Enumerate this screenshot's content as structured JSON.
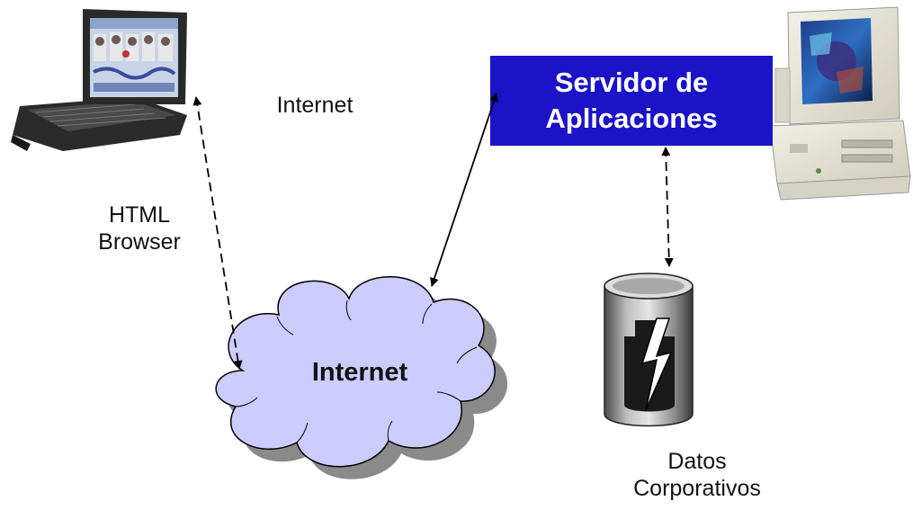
{
  "colors": {
    "server_box": "#1a13c8",
    "cloud_fill": "#ccccff",
    "cloud_shadow": "#8a8a8a",
    "line": "#000000"
  },
  "labels": {
    "internet_top": "Internet",
    "html_browser": [
      "HTML",
      "Browser"
    ],
    "server": [
      "Servidor de",
      "Aplicaciones"
    ],
    "cloud": "Internet",
    "datos": [
      "Datos",
      "Corporativos"
    ]
  },
  "icons": {
    "laptop": "laptop-icon",
    "desktop": "desktop-computer-icon",
    "database": "database-icon"
  }
}
